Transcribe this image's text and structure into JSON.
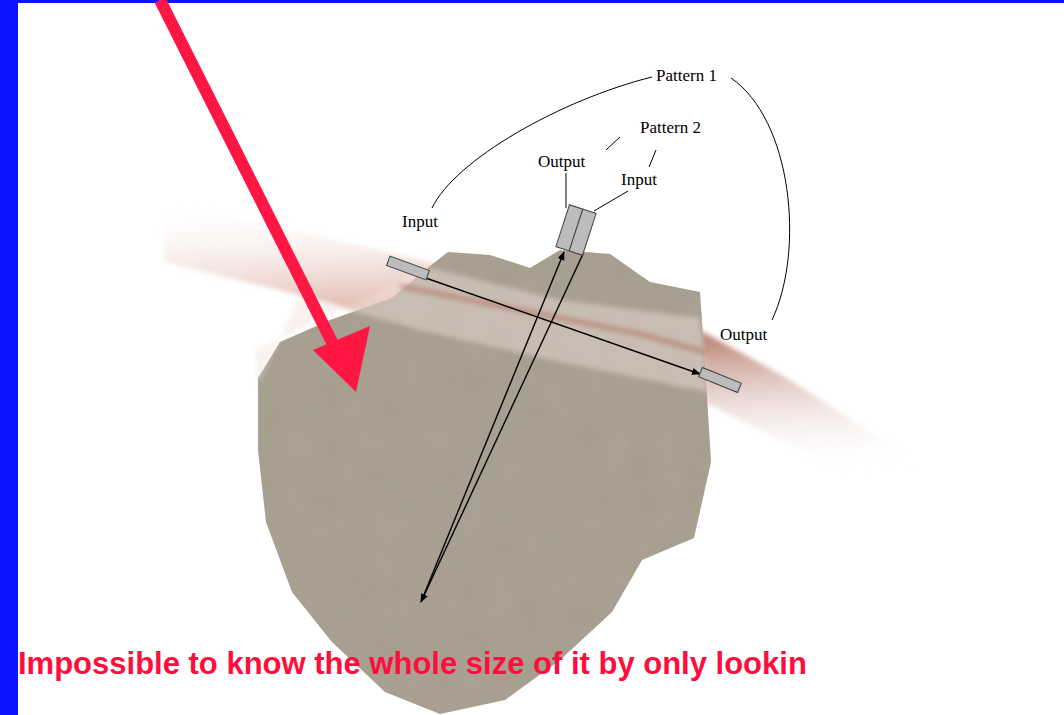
{
  "diagram": {
    "labels": [
      "Pattern 1",
      "Pattern 2",
      "Output",
      "Input",
      "Input",
      "Output",
      "Impossible to know the whole size of it by only lookin"
    ]
  }
}
